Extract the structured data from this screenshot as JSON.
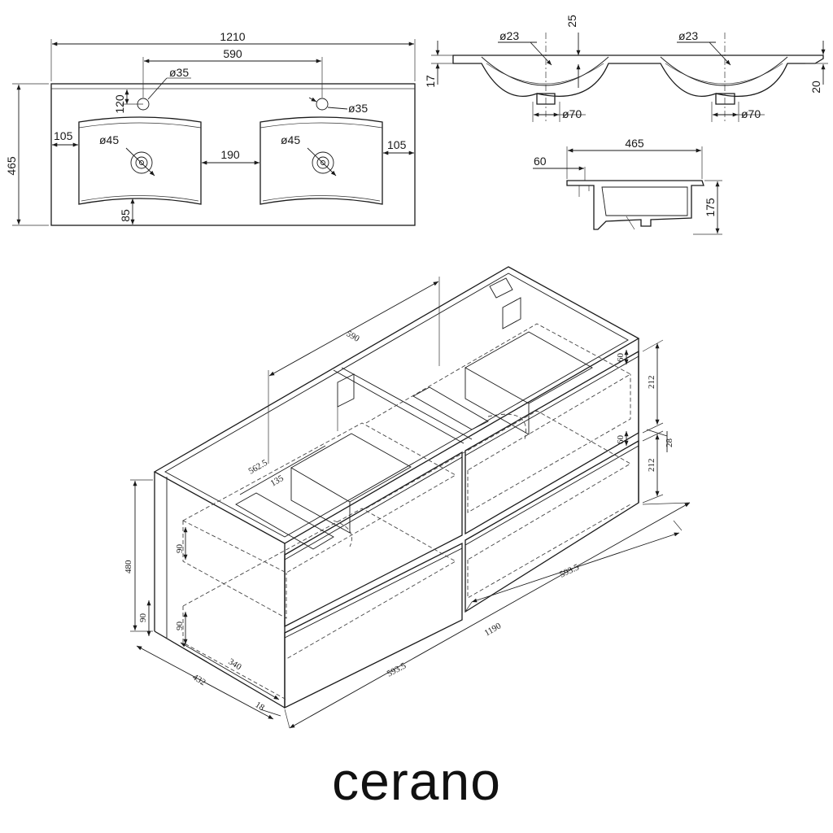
{
  "brand": {
    "name": "cerano"
  },
  "top_view": {
    "overall_width": "1210",
    "faucet_spacing": "590",
    "depth": "465",
    "faucet_offset": "120",
    "faucet_hole_left": "ø35",
    "faucet_hole_right": "ø35",
    "drain_left": "ø45",
    "drain_right": "ø45",
    "side_margin_left": "105",
    "side_margin_right": "105",
    "basin_gap": "190",
    "front_margin": "85"
  },
  "front_section": {
    "overflow_left": "ø23",
    "overflow_right": "ø23",
    "top_offset": "25",
    "slab_left": "17",
    "slab_right": "20",
    "waste_left": "ø70",
    "waste_right": "ø70"
  },
  "side_section": {
    "depth": "465",
    "setback": "60",
    "height": "175"
  },
  "cabinet": {
    "inner_spacing": "590",
    "drawer_upper_h": "212",
    "drawer_lower_h": "212",
    "gap_top": "60",
    "gap_mid": "60",
    "lip": "28",
    "depth_inner": "562.5",
    "cutout": "135",
    "height": "480",
    "inner_drawer_h1": "90",
    "inner_drawer_h2": "90",
    "inner_drawer_h3": "90",
    "drawer_width_back": "593.5",
    "drawer_width_front": "593.5",
    "total_width": "1190",
    "drawer_depth": "340",
    "total_depth": "432",
    "panel": "18"
  }
}
